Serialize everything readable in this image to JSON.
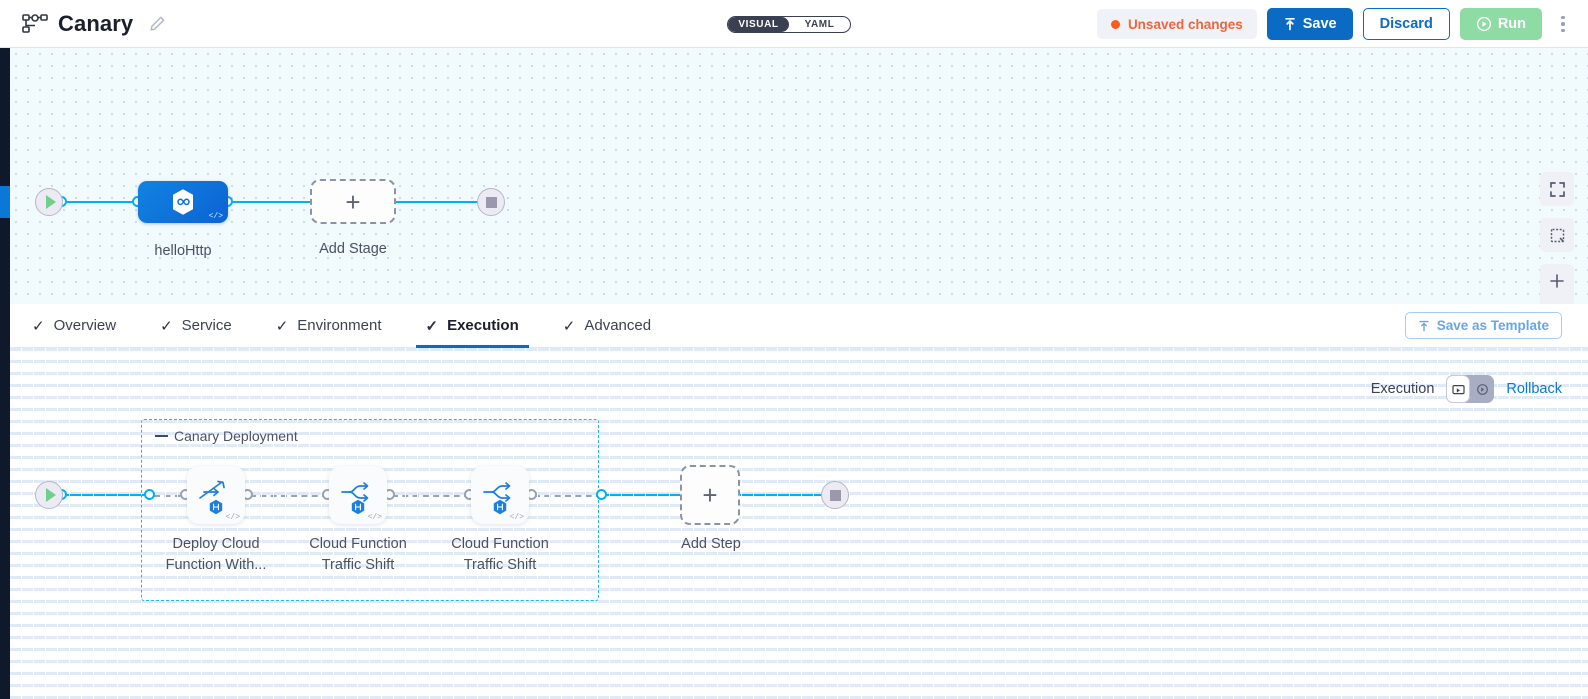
{
  "header": {
    "title": "Canary",
    "pipeline_icon": "pipeline-icon",
    "edit_icon": "pencil-icon",
    "mode_toggle": {
      "options": [
        "VISUAL",
        "YAML"
      ],
      "selected": "VISUAL"
    },
    "unsaved_label": "Unsaved changes",
    "save_label": "Save",
    "discard_label": "Discard",
    "run_label": "Run",
    "more_menu": "kebab-menu-icon",
    "colors": {
      "save_bg": "#0b6bc4",
      "run_bg": "#8fdba4",
      "unsaved_fg": "#f4643c"
    }
  },
  "stage_canvas": {
    "start_node": "start-node",
    "end_node": "end-node",
    "nodes": [
      {
        "id": "hellohttp",
        "label": "helloHttp",
        "type": "service-node",
        "icon": "hexagon-link-icon",
        "badge": "</>"
      },
      {
        "id": "add-stage",
        "label": "Add Stage",
        "type": "add-node",
        "icon": "plus-icon"
      }
    ],
    "controls": [
      {
        "name": "fullscreen-icon",
        "label": "Fullscreen"
      },
      {
        "name": "fit-to-screen-icon",
        "label": "Fit to screen"
      },
      {
        "name": "zoom-in-icon",
        "label": "+"
      },
      {
        "name": "zoom-out-icon",
        "label": "–"
      }
    ]
  },
  "tabs": {
    "items": [
      {
        "label": "Overview",
        "checked": true,
        "active": false
      },
      {
        "label": "Service",
        "checked": true,
        "active": false
      },
      {
        "label": "Environment",
        "checked": true,
        "active": false
      },
      {
        "label": "Execution",
        "checked": true,
        "active": true
      },
      {
        "label": "Advanced",
        "checked": true,
        "active": false
      }
    ],
    "check_glyph": "✓",
    "save_template_label": "Save as Template",
    "save_template_icon": "template-upload-icon"
  },
  "execution_bar": {
    "label": "Execution",
    "toggle": {
      "options": [
        {
          "name": "execution-view-icon",
          "selected": true
        },
        {
          "name": "rollback-view-icon",
          "selected": false
        }
      ]
    },
    "rollback_label": "Rollback"
  },
  "execution_canvas": {
    "start_node": "start-node",
    "end_node": "end-node",
    "stage_group": {
      "title": "Canary Deployment"
    },
    "steps": [
      {
        "id": "deploy-cloud-function",
        "label_line1": "Deploy Cloud",
        "label_line2": "Function With...",
        "icon": "deploy-shift-icon",
        "badge": "harness-badge",
        "code_badge": "</>"
      },
      {
        "id": "traffic-shift-1",
        "label_line1": "Cloud Function",
        "label_line2": "Traffic Shift",
        "icon": "traffic-shift-icon",
        "badge": "harness-badge",
        "code_badge": "</>"
      },
      {
        "id": "traffic-shift-2",
        "label_line1": "Cloud Function",
        "label_line2": "Traffic Shift",
        "icon": "traffic-shift-icon",
        "badge": "harness-badge",
        "code_badge": "</>"
      }
    ],
    "add_step": {
      "label": "Add Step",
      "icon": "plus-icon"
    }
  }
}
